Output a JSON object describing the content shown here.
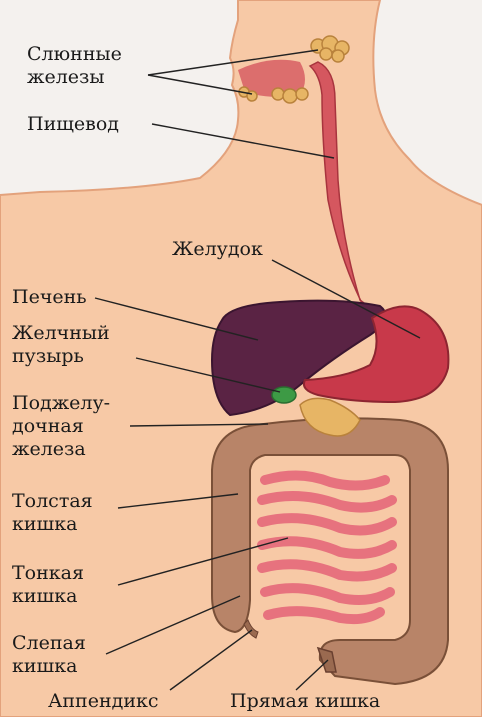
{
  "labels": {
    "salivary": "Слюнные\nжелезы",
    "esophagus": "Пищевод",
    "stomach": "Желудок",
    "liver": "Печень",
    "gallbladder": "Желчный\nпузырь",
    "pancreas": "Поджелу-\nдочная\nжелеза",
    "large_intestine": "Толстая\nкишка",
    "small_intestine": "Тонкая\nкишка",
    "cecum": "Слепая\nкишка",
    "appendix": "Аппендикс",
    "rectum": "Прямая кишка"
  },
  "colors": {
    "skin": "#f7c9a6",
    "esophagus": "#d5575f",
    "stomach": "#c8394a",
    "liver": "#5a2344",
    "gallbladder": "#3d9a45",
    "pancreas": "#e7b565",
    "large_intestine": "#b88468",
    "small_intestine": "#e7727e"
  }
}
